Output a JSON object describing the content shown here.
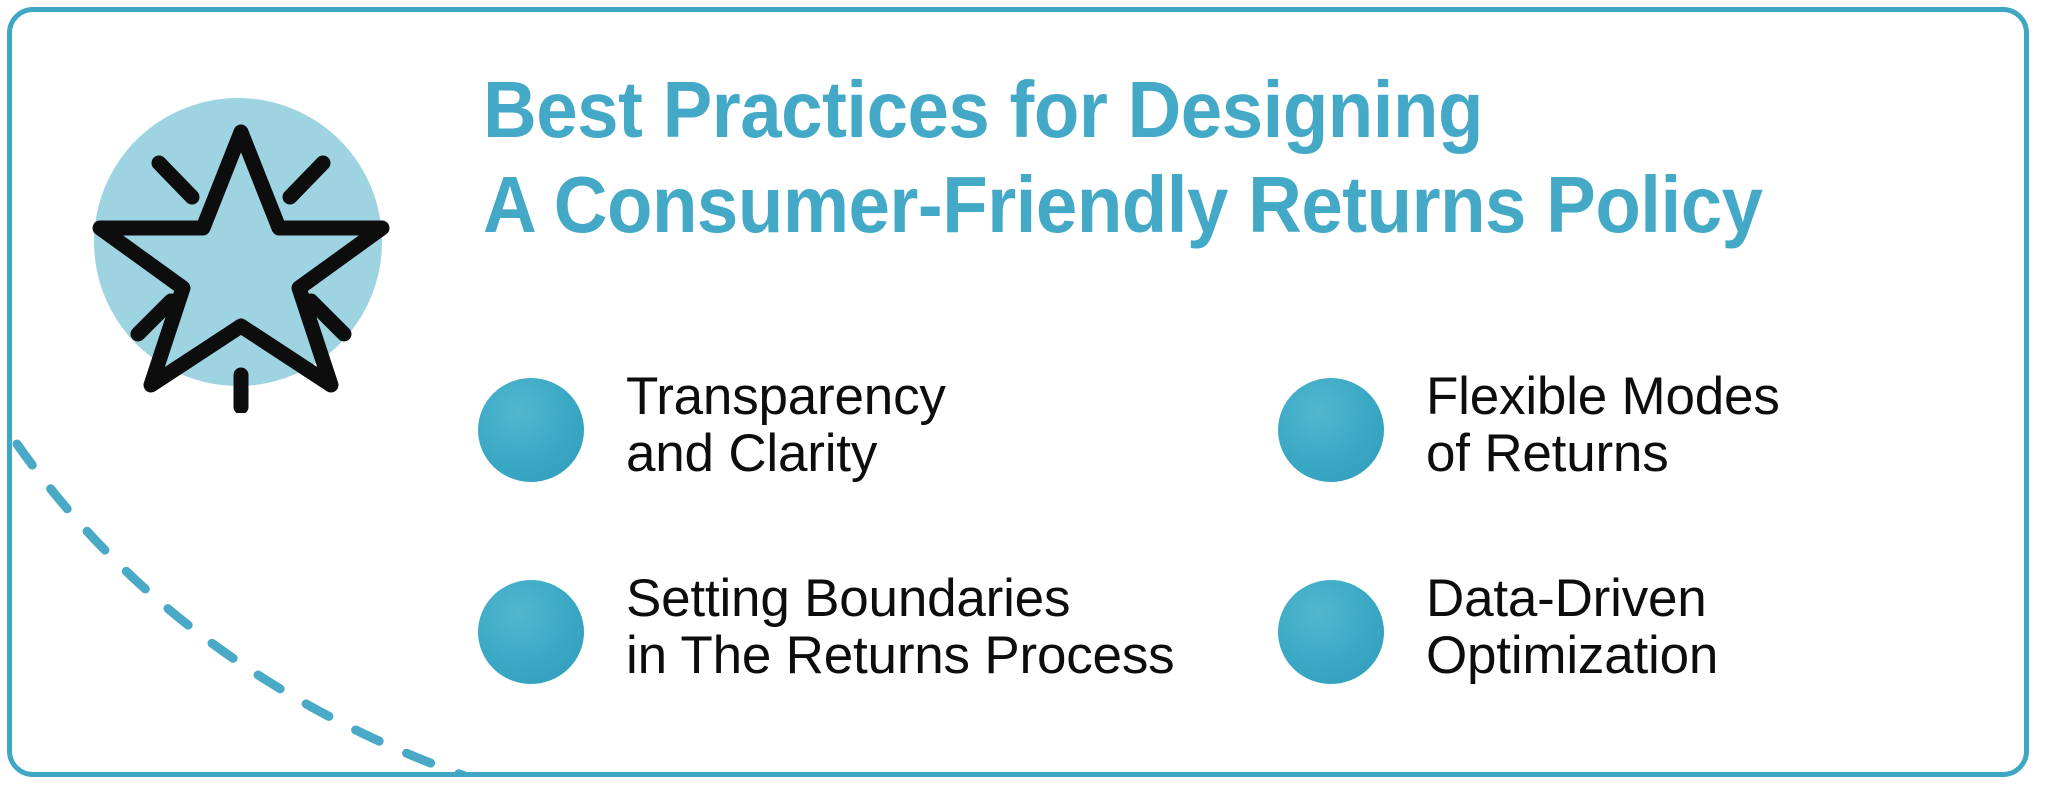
{
  "card": {
    "border_color": "#3fa7c4",
    "background_color": "#ffffff"
  },
  "icon": {
    "name": "star-sparkle-icon",
    "circle_color": "#9ed4e2",
    "star_stroke_color": "#0d0d0d"
  },
  "decoration": {
    "dashed_arc_color": "#4aa9c6"
  },
  "title": {
    "color": "#43a9c6",
    "line1": "Best Practices for Designing",
    "line2": "A Consumer-Friendly Returns Policy"
  },
  "features": {
    "bullet_color": "#3aa8c4",
    "text_color": "#0d0d0d",
    "rows": [
      {
        "left": {
          "label": "Transparency\nand Clarity"
        },
        "right": {
          "label": "Flexible Modes\nof Returns"
        }
      },
      {
        "left": {
          "label": "Setting Boundaries\nin The Returns Process"
        },
        "right": {
          "label": "Data-Driven\nOptimization"
        }
      }
    ]
  }
}
